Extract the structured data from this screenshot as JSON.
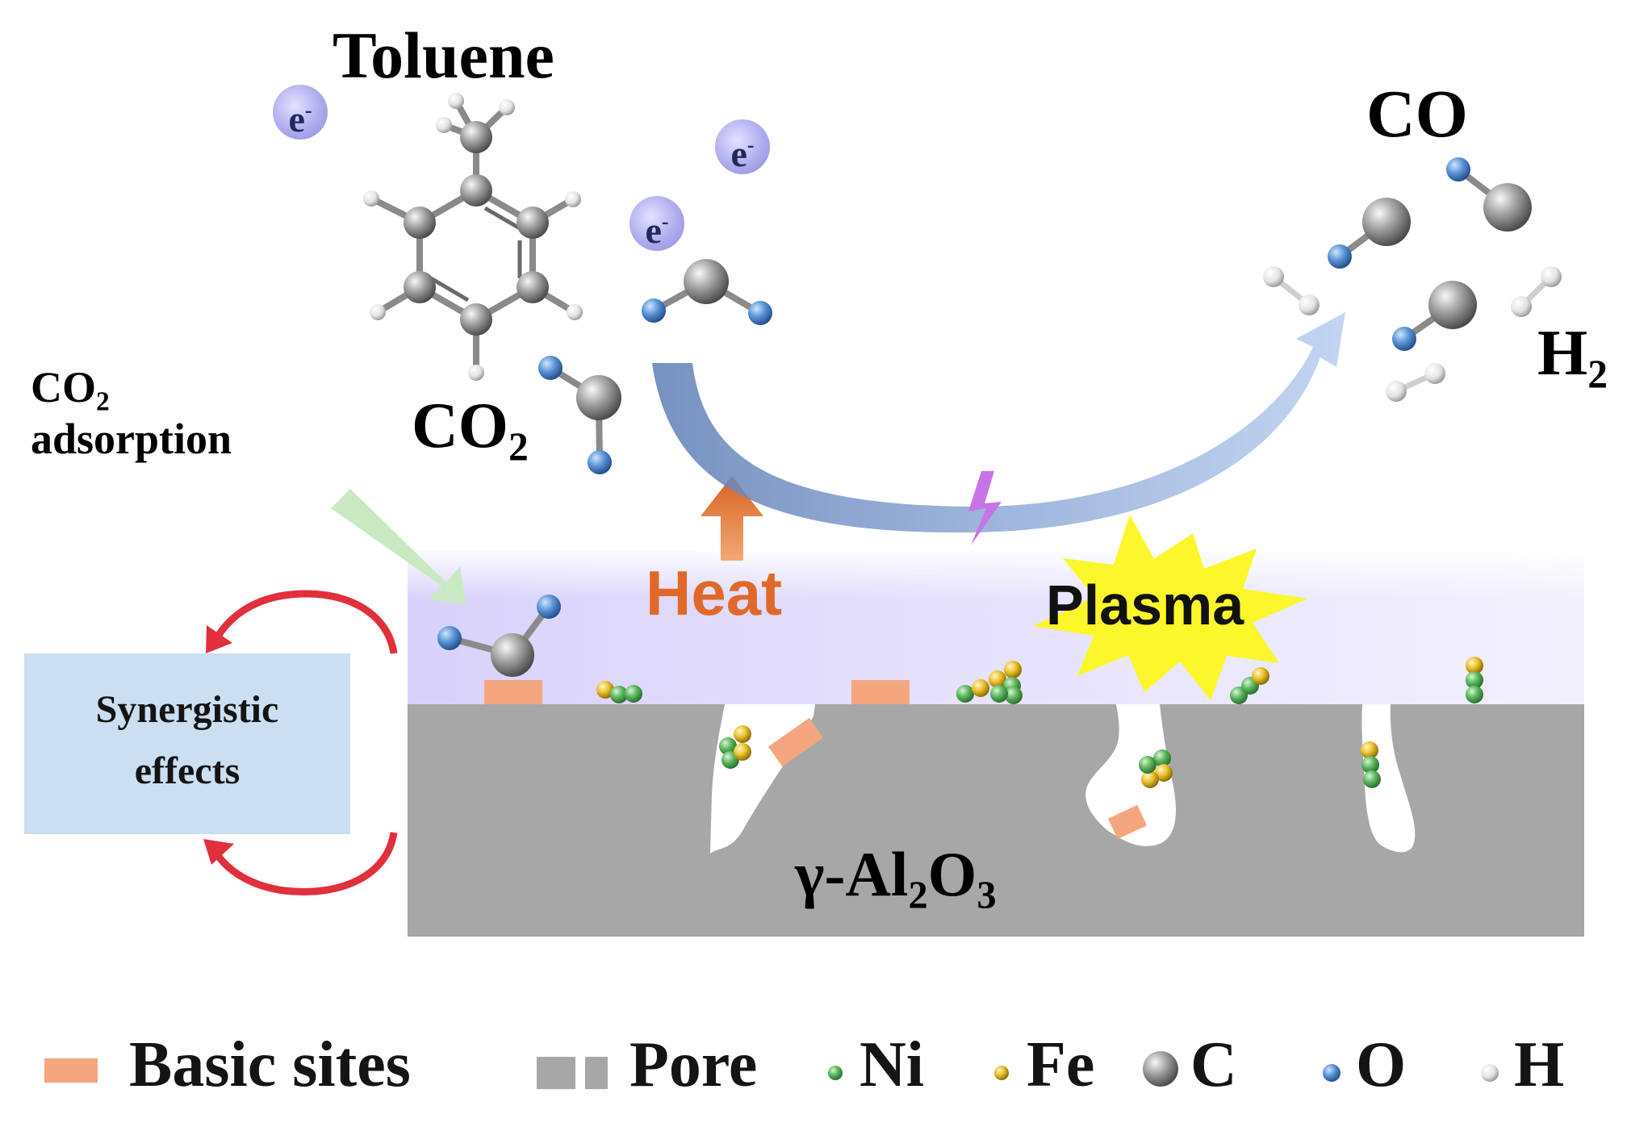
{
  "labels": {
    "toluene": "Toluene",
    "co2_main": "CO",
    "co2_main_sub": "2",
    "co2_adsorption_line1": "CO",
    "co2_adsorption_sub": "2",
    "co2_adsorption_line2": "adsorption",
    "co_product": "CO",
    "h2_product": "H",
    "h2_product_sub": "2",
    "heat": "Heat",
    "plasma": "Plasma",
    "support_prefix": "γ-Al",
    "support_sub1": "2",
    "support_mid": "O",
    "support_sub2": "3",
    "synergy_line1": "Synergistic",
    "synergy_line2": "effects",
    "electron": "e",
    "electron_charge": "-"
  },
  "legend": [
    {
      "label": "Basic sites",
      "icon": "orange-rect-icon"
    },
    {
      "label": "Pore",
      "icon": "gray-rect-icon"
    },
    {
      "label": "Ni",
      "icon": "green-ball-icon"
    },
    {
      "label": "Fe",
      "icon": "yellow-ball-icon"
    },
    {
      "label": "C",
      "icon": "gray-ball-icon"
    },
    {
      "label": "O",
      "icon": "blue-ball-icon"
    },
    {
      "label": "H",
      "icon": "white-ball-icon"
    }
  ],
  "colors": {
    "support": "#a7a7a7",
    "basic_site": "#f4a77e",
    "plasma_layer": "#dcd6fb",
    "heat": "#e0692a",
    "plasma_star": "#fbf72a",
    "synergy_box": "#cbdff1",
    "synergy_arrows": "#e0303c",
    "reaction_arrow": "#7d97c7",
    "adsorption_arrow": "#c6e8c2",
    "ni": "#5ab65d",
    "fe": "#e9c02a",
    "c": "#8a8a8a",
    "o": "#4a86cc",
    "h": "#e9e9e9"
  }
}
